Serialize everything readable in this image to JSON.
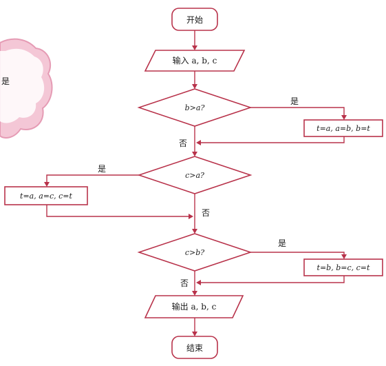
{
  "flowchart": {
    "start": {
      "label": "开始"
    },
    "input": {
      "label": "输入 a, b, c"
    },
    "decisions": [
      {
        "id": "d1",
        "label": "b>a?",
        "yes": "是",
        "no": "否"
      },
      {
        "id": "d2",
        "label": "c>a?",
        "yes": "是",
        "no": "否"
      },
      {
        "id": "d3",
        "label": "c>b?",
        "yes": "是",
        "no": "否"
      }
    ],
    "processes": [
      {
        "id": "p1",
        "label": "t=a, a=b, b=t"
      },
      {
        "id": "p2",
        "label": "t=a, a=c, c=t"
      },
      {
        "id": "p3",
        "label": "t=b, b=c, c=t"
      }
    ],
    "output": {
      "label": "输出 a, b, c"
    },
    "end": {
      "label": "结束"
    }
  },
  "cloud_fragment": {
    "text": "是"
  },
  "colors": {
    "stroke": "#b8324a",
    "cloud": "#f4c7d6",
    "cloud_edge": "#e59bb4"
  }
}
